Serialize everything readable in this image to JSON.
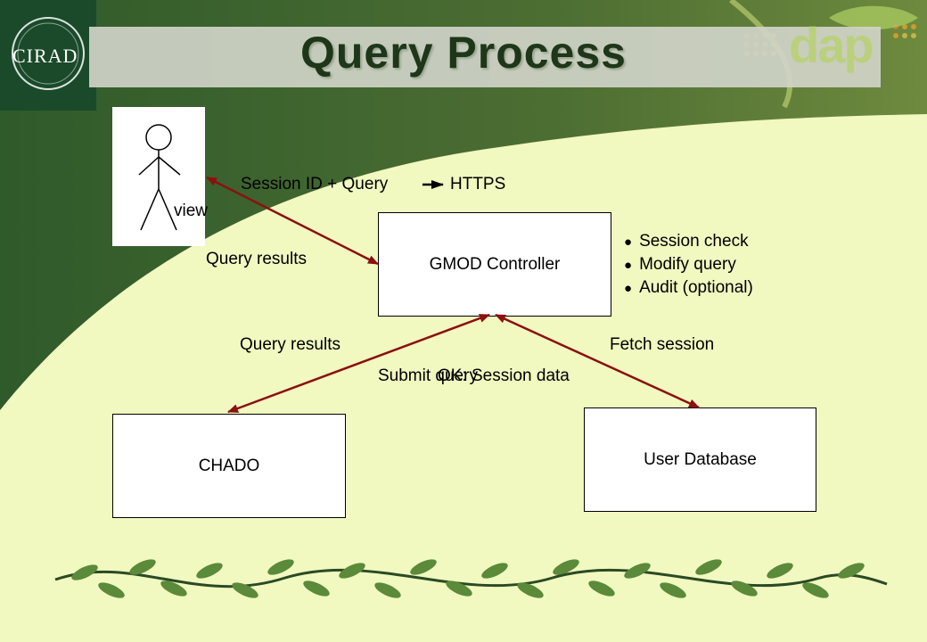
{
  "slide": {
    "title": "Query Process",
    "logo": "CIRAD",
    "brand_mark": "dap"
  },
  "diagram": {
    "actor": {
      "label": "view"
    },
    "nodes": {
      "controller": "GMOD Controller",
      "chado": "CHADO",
      "userdb": "User Database"
    },
    "edge_labels": {
      "session_query": "Session ID + Query",
      "https": "HTTPS",
      "query_results_top": "Query results",
      "query_results_left": "Query results",
      "fetch_session": "Fetch session",
      "submit_query": "Submit query",
      "ok_session": "OK: Session data"
    },
    "controller_steps": [
      "Session check",
      "Modify query",
      "Audit (optional)"
    ]
  },
  "colors": {
    "background_dark": "#4b6b34",
    "panel_light": "#f1f8c0",
    "arrow": "#8b1010",
    "title": "#1e3619"
  }
}
